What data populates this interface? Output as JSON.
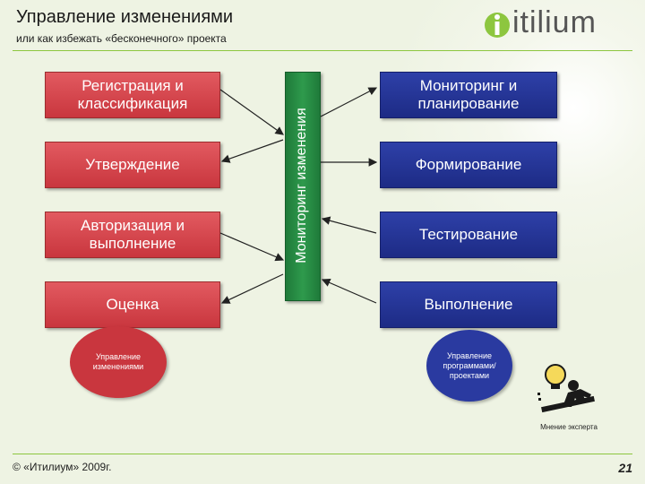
{
  "header": {
    "title": "Управление изменениями",
    "subtitle": "или как избежать «бесконечного» проекта",
    "logo_text": "itilium",
    "logo_i": "i"
  },
  "left_steps": [
    {
      "label": "Регистрация и классификация"
    },
    {
      "label": "Утверждение"
    },
    {
      "label": "Авторизация и выполнение"
    },
    {
      "label": "Оценка"
    }
  ],
  "center_bar": {
    "label": "Мониторинг изменения"
  },
  "right_steps": [
    {
      "label": "Мониторинг и планирование"
    },
    {
      "label": "Формирование"
    },
    {
      "label": "Тестирование"
    },
    {
      "label": "Выполнение"
    }
  ],
  "left_ellipse": {
    "label": "Управление изменениями"
  },
  "right_ellipse": {
    "label": "Управление программами/ проектами"
  },
  "expert": {
    "icon": "expert-lightbulb-icon",
    "caption": "Мнение эксперта"
  },
  "footer": {
    "copyright": "© «Итилиум» 2009г.",
    "page_number": "21"
  },
  "colors": {
    "red_box": "#c9363e",
    "blue_box": "#1d2b85",
    "green_bar": "#2e9a4c",
    "accent": "#8dc63f"
  }
}
